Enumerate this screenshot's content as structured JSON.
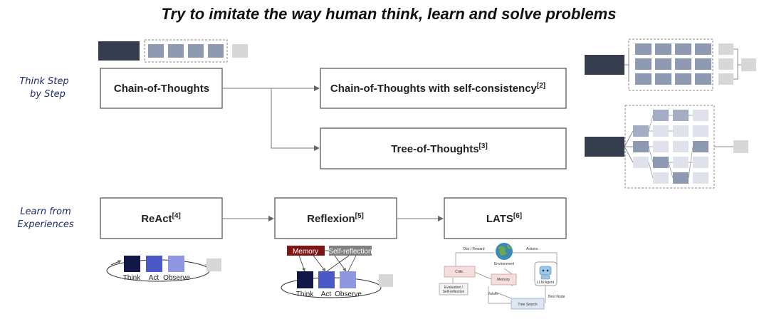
{
  "title": "Try to imitate the way human think, learn and solve problems",
  "sections": {
    "think": {
      "line1": "Think Step",
      "line2": "by Step"
    },
    "learn": {
      "line1": "Learn from",
      "line2": "Experiences"
    }
  },
  "boxes": {
    "cot": {
      "label": "Chain-of-Thoughts"
    },
    "cotsc": {
      "label": "Chain-of-Thoughts with self-consistency",
      "ref": "[2]"
    },
    "tot": {
      "label": "Tree-of-Thoughts",
      "ref": "[3]"
    },
    "react": {
      "label": "ReAct",
      "ref": "[4]"
    },
    "reflexion": {
      "label": "Reflexion",
      "ref": "[5]"
    },
    "lats": {
      "label": "LATS",
      "ref": "[6]"
    }
  },
  "react_loop": {
    "think": "Think",
    "act": "Act",
    "observe": "Observe"
  },
  "reflexion_loop": {
    "memory": "Memory",
    "self_reflection": "Self-reflection",
    "think": "Think",
    "act": "Act",
    "observe": "Observe"
  },
  "lats_diagram": {
    "obs_reward": "Obs / Reward",
    "actions": "Actions",
    "environment": "Environment",
    "critic": "Critic",
    "memory": "Memory",
    "evaluation": "Evaluation /",
    "self_reflection": "Self-reflection",
    "values": "Values",
    "tree_search": "Tree Search",
    "best_node": "Best Node",
    "llm_agent": "LLM Agent"
  },
  "colors": {
    "dark_input": "#353c4b",
    "step_blue": "#8e9ab2",
    "output_gray": "#d7d7d7",
    "navy": "#12174a",
    "mid_blue": "#4a58c8",
    "light_blue": "#8e97e0",
    "memory_red": "#7f1515",
    "reflect_gray": "#808080"
  }
}
